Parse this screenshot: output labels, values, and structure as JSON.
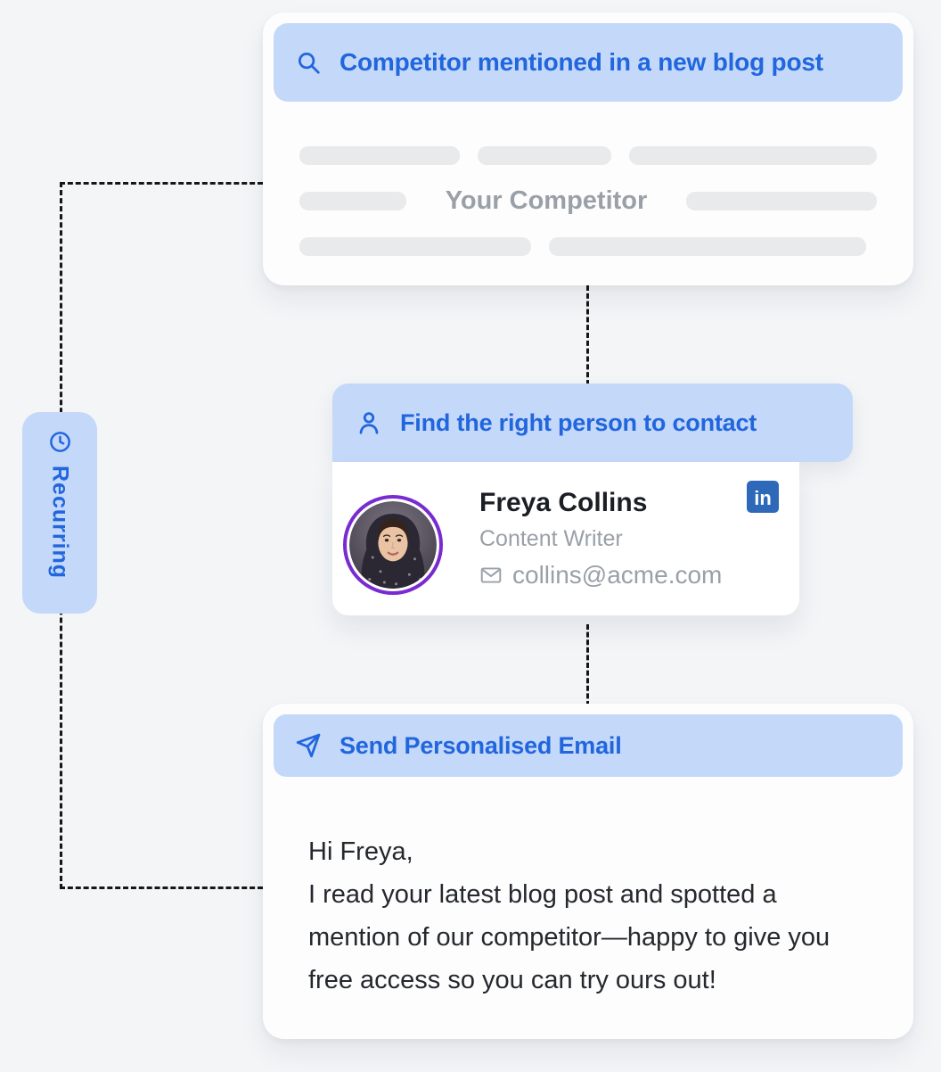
{
  "colors": {
    "background": "#f3f5f7",
    "card_header_bg": "#c4d8fa",
    "accent_blue": "#2166dd",
    "muted_gray": "#9aa0a8",
    "body_text": "#25282d",
    "placeholder_bar": "#e9eaec",
    "linkedin_blue": "#2d68b9",
    "avatar_ring_purple": "#7a2bd0",
    "connector_black": "#161616"
  },
  "recurring_badge": {
    "label": "Recurring",
    "icon": "clock-icon"
  },
  "trigger_card": {
    "icon": "search-icon",
    "title": "Competitor mentioned in a new blog post",
    "highlight_text": "Your Competitor"
  },
  "person_card": {
    "icon": "person-icon",
    "title": "Find the right person to contact",
    "contact": {
      "name": "Freya Collins",
      "role": "Content Writer",
      "email": "collins@acme.com"
    },
    "linkedin_glyph": "in"
  },
  "email_card": {
    "icon": "send-icon",
    "title": "Send Personalised Email",
    "greeting": "Hi Freya,",
    "body": "I read your latest blog post and spotted a mention of our competitor—happy to give you free access so you can try ours out!"
  }
}
